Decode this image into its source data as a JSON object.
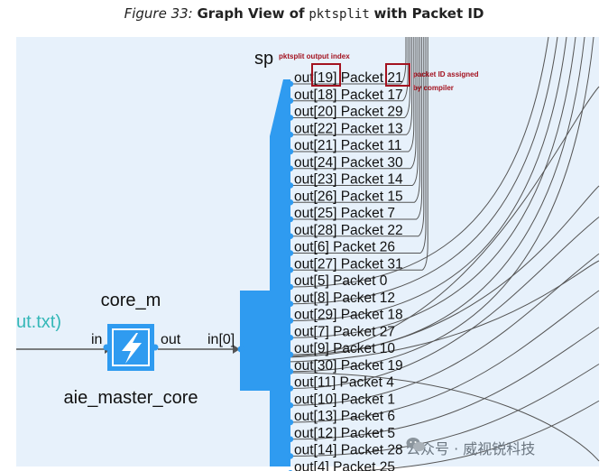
{
  "caption": {
    "figure": "Figure 33:",
    "text_before": "Graph View of",
    "code": "pktsplit",
    "text_after": "with Packet ID"
  },
  "graph": {
    "file_label": "ut.txt)",
    "core_label": "core_m",
    "core_name": "aie_master_core",
    "in_port": "in",
    "out_port": "out",
    "split_label": "sp",
    "split_input": "in[0]",
    "annotation_index": "pktsplit output index",
    "annotation_packet_line1": "packet ID assigned",
    "annotation_packet_line2": "by compiler",
    "outputs": [
      "out[19] Packet 21",
      "out[18] Packet 17",
      "out[20] Packet 29",
      "out[22] Packet 13",
      "out[21] Packet 11",
      "out[24] Packet 30",
      "out[23] Packet 14",
      "out[26] Packet 15",
      "out[25] Packet 7",
      "out[28] Packet 22",
      "out[6] Packet 26",
      "out[27] Packet 31",
      "out[5] Packet 0",
      "out[8] Packet 12",
      "out[29] Packet 18",
      "out[7] Packet 27",
      "out[9] Packet 10",
      "out[30] Packet 19",
      "out[11] Packet 4",
      "out[10] Packet 1",
      "out[13] Packet 6",
      "out[12] Packet 5",
      "out[14] Packet 28",
      "out[4] Packet 25"
    ]
  },
  "watermark": "公众号 · 威视锐科技",
  "colors": {
    "node_blue": "#2f9bf0",
    "annotation_red": "#a3121f",
    "edge_gray": "#555555"
  }
}
